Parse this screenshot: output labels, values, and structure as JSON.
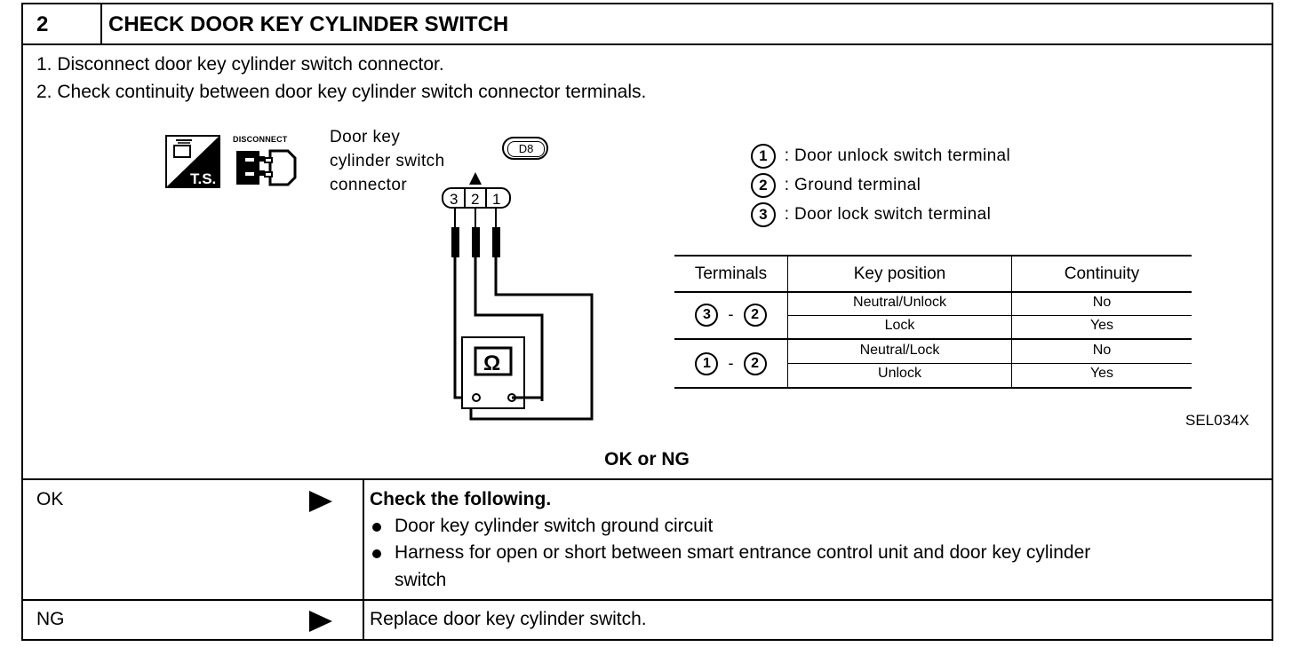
{
  "header": {
    "step_number": "2",
    "title": "CHECK DOOR KEY CYLINDER SWITCH"
  },
  "instructions": [
    "1. Disconnect door key cylinder switch connector.",
    "2. Check continuity between door key cylinder switch connector terminals."
  ],
  "diagram": {
    "ts_badge": "T.S.",
    "disconnect_label": "DISCONNECT",
    "connector_label_lines": [
      "Door key",
      "cylinder switch",
      "connector"
    ],
    "connector_id": "D8",
    "pin_labels": [
      "3",
      "2",
      "1"
    ],
    "meter_symbol": "Ω",
    "figure_code": "SEL034X"
  },
  "legend": [
    {
      "num": "1",
      "text": ": Door unlock switch terminal"
    },
    {
      "num": "2",
      "text": ": Ground terminal"
    },
    {
      "num": "3",
      "text": ": Door lock switch terminal"
    }
  ],
  "table": {
    "headers": [
      "Terminals",
      "Key position",
      "Continuity"
    ],
    "groups": [
      {
        "a": "3",
        "sep": "-",
        "b": "2",
        "rows": [
          {
            "key": "Neutral/Unlock",
            "cont": "No"
          },
          {
            "key": "Lock",
            "cont": "Yes"
          }
        ]
      },
      {
        "a": "1",
        "sep": "-",
        "b": "2",
        "rows": [
          {
            "key": "Neutral/Lock",
            "cont": "No"
          },
          {
            "key": "Unlock",
            "cont": "Yes"
          }
        ]
      }
    ]
  },
  "result_prompt": "OK or NG",
  "ok": {
    "label": "OK",
    "heading": "Check the following.",
    "bullets": [
      "Door key cylinder switch ground circuit",
      "Harness for open or short between smart entrance control unit and door key cylinder",
      "switch"
    ]
  },
  "ng": {
    "label": "NG",
    "action": "Replace door key cylinder switch."
  }
}
